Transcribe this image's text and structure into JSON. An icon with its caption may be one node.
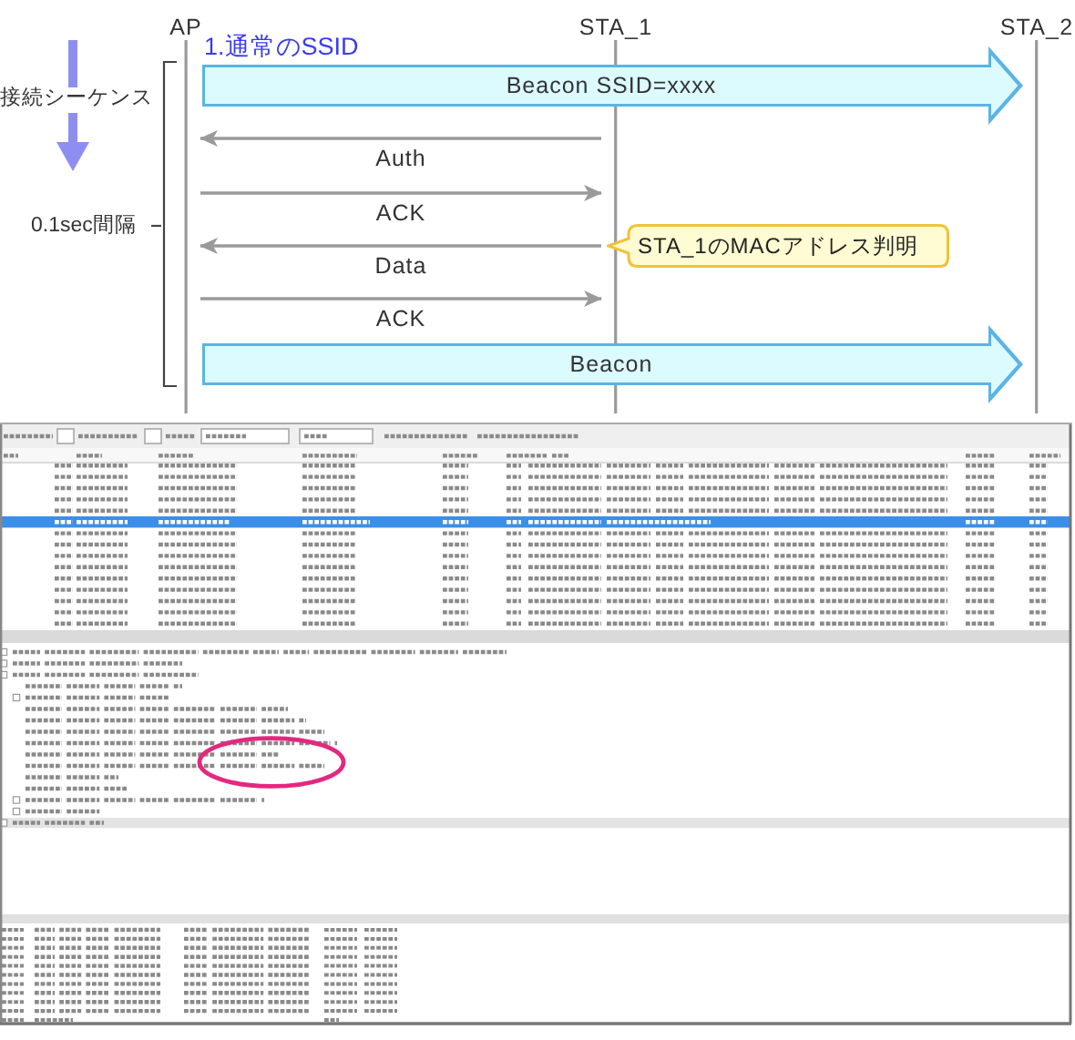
{
  "diagram": {
    "title": "1.通常のSSID",
    "nodes": [
      {
        "text": [
          "AP"
        ]
      },
      {
        "text": [
          "STA_1"
        ]
      },
      {
        "text": [
          "STA_2"
        ]
      },
      {
        "text": [
          "STA_1のMACアドレス判明"
        ]
      }
    ],
    "edges": [
      {
        "from": 0,
        "to": 2,
        "arrow": "to",
        "label": "Beacon SSID=xxxx",
        "style": "thick",
        "color": "#5ab4e6"
      },
      {
        "from": 1,
        "to": 0,
        "arrow": "to",
        "label": "Auth"
      },
      {
        "from": 0,
        "to": 1,
        "arrow": "to",
        "label": "ACK"
      },
      {
        "from": 1,
        "to": 0,
        "arrow": "to",
        "label": "Data"
      },
      {
        "from": 0,
        "to": 1,
        "arrow": "to",
        "label": "ACK"
      },
      {
        "from": 0,
        "to": 2,
        "arrow": "to",
        "label": "Beacon",
        "style": "thick",
        "color": "#5ab4e6"
      }
    ],
    "labels": [
      "接続シーケンス",
      "0.1sec間隔"
    ]
  }
}
